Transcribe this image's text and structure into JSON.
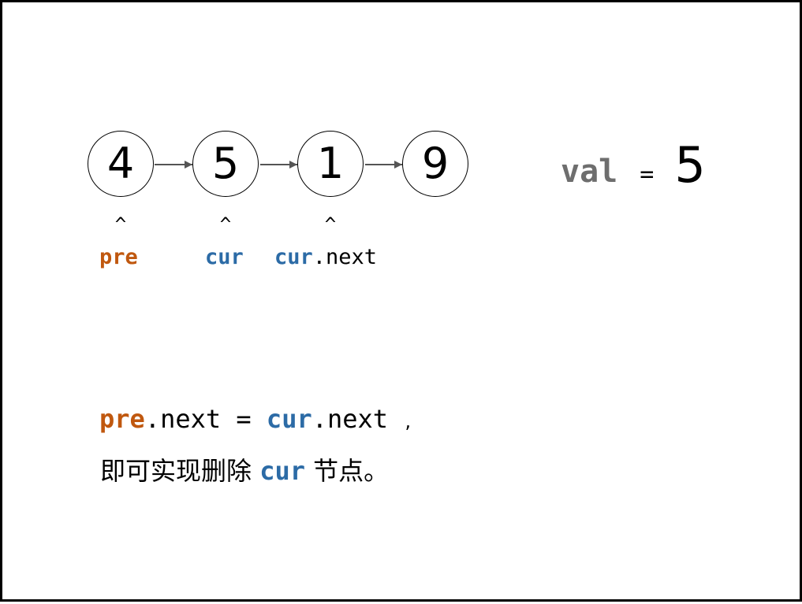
{
  "diagram": {
    "nodes": [
      "4",
      "5",
      "1",
      "9"
    ],
    "pointers": {
      "caret": "^",
      "pre": "pre",
      "cur": "cur",
      "cur_next_prefix": "cur",
      "cur_next_suffix": ".next"
    },
    "val": {
      "key": "val",
      "eq": "=",
      "value": "5"
    }
  },
  "explanation": {
    "line1": {
      "pre": "pre",
      "part1": ".next = ",
      "cur": "cur",
      "part2": ".next ",
      "comma": ","
    },
    "line2": {
      "before": "即可实现删除 ",
      "cur": "cur",
      "after": " 节点。"
    }
  },
  "colors": {
    "pre": "#c0580f",
    "cur": "#2c6ba6",
    "val_key": "#6e6e6e",
    "arrow": "#555555"
  }
}
